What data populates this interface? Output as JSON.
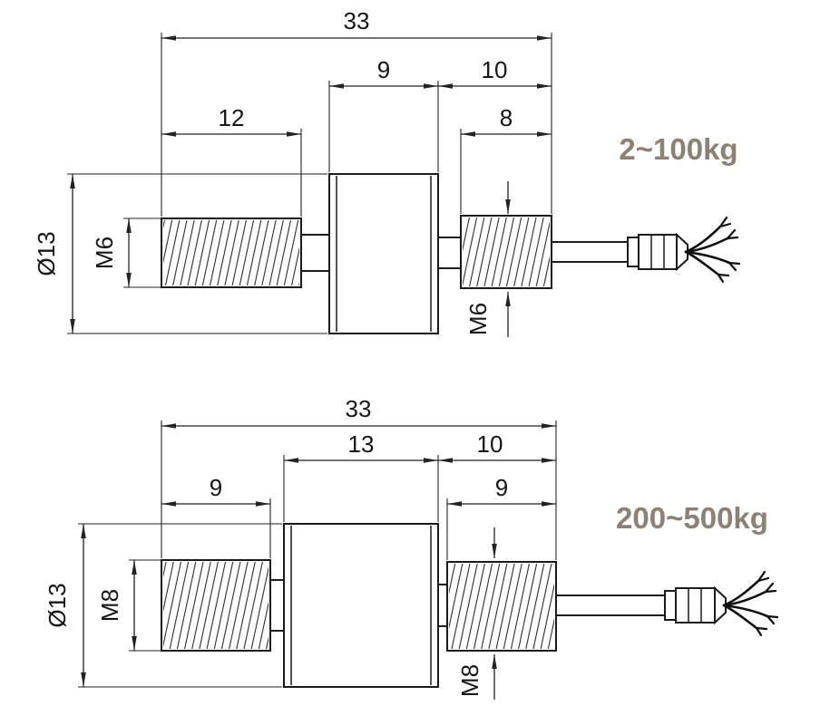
{
  "diagram": {
    "colors": {
      "line": "#1b1b1b",
      "dimension": "#232323",
      "title_text": "#8d8173"
    },
    "variants": [
      {
        "title": "2~100kg",
        "dims": {
          "overall_length": "33",
          "body_length": "9",
          "right_section_length": "10",
          "left_thread_length": "12",
          "right_thread_length": "8",
          "body_diameter": "Ø13",
          "left_thread_size": "M6",
          "right_thread_size": "M6"
        }
      },
      {
        "title": "200~500kg",
        "dims": {
          "overall_length": "33",
          "body_length": "13",
          "right_section_length": "10",
          "left_thread_length": "9",
          "right_thread_length": "9",
          "body_diameter": "Ø13",
          "left_thread_size": "M8",
          "right_thread_size": "M8"
        }
      }
    ]
  }
}
